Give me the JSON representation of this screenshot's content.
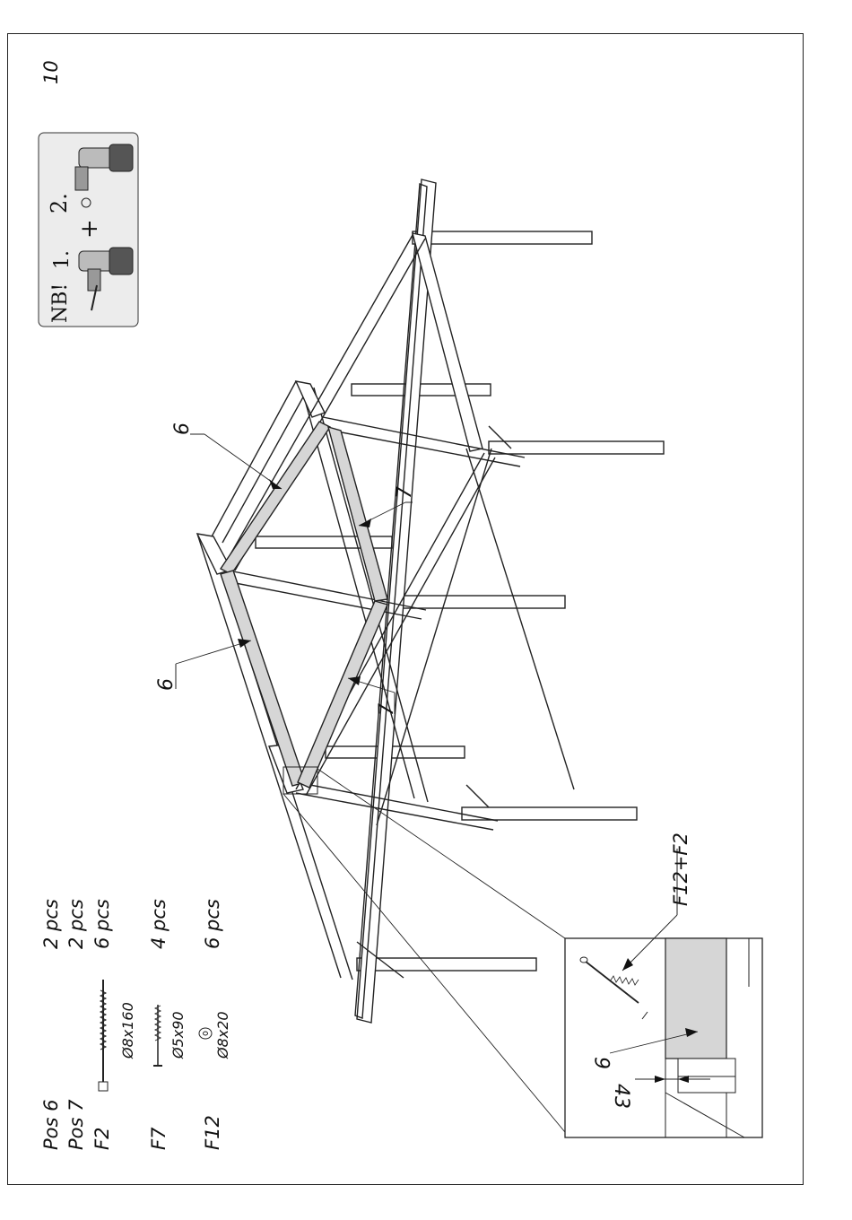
{
  "page": {
    "number": "10"
  },
  "badge": {
    "note": "NB!",
    "step1": "1.",
    "plus": "+",
    "step2": "2."
  },
  "parts": [
    {
      "code": "Pos 6",
      "qty": "2 pcs"
    },
    {
      "code": "Pos 7",
      "qty": "2 pcs"
    },
    {
      "code": "F2",
      "size": "Ø8x160",
      "qty": "6 pcs",
      "icon": "lag-screw-icon"
    },
    {
      "code": "F7",
      "size": "Ø5x90",
      "qty": "4 pcs",
      "icon": "wood-screw-icon"
    },
    {
      "code": "F12",
      "size": "Ø8x20",
      "qty": "6 pcs",
      "icon": "washer-icon"
    }
  ],
  "callouts": {
    "pos6a": "6",
    "pos7a": "7",
    "pos6b": "6",
    "pos7b": "7"
  },
  "detail": {
    "fastener": "F12+F2",
    "part": "6",
    "dimension": "43"
  }
}
